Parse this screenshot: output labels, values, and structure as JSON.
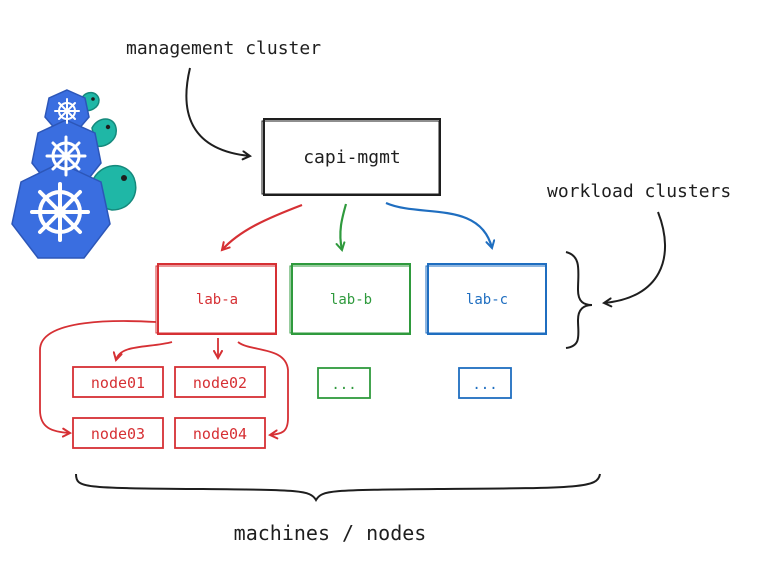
{
  "labels": {
    "management_cluster": "management cluster",
    "workload_clusters": "workload clusters",
    "machines_nodes": "machines / nodes"
  },
  "mgmt": {
    "name": "capi-mgmt"
  },
  "clusters": [
    {
      "name": "lab-a",
      "color": "#d63034"
    },
    {
      "name": "lab-b",
      "color": "#2f9a3d"
    },
    {
      "name": "lab-c",
      "color": "#1f6ec0"
    }
  ],
  "lab_a_nodes": [
    "node01",
    "node02",
    "node03",
    "node04"
  ],
  "ellipsis": [
    "...",
    "..."
  ],
  "colors": {
    "ink": "#1e1e1e",
    "logo_blue": "#3a6ee0",
    "turtle_teal": "#1fb7a6"
  },
  "logo": {
    "icon": "kubernetes-turtle-stack-icon"
  }
}
